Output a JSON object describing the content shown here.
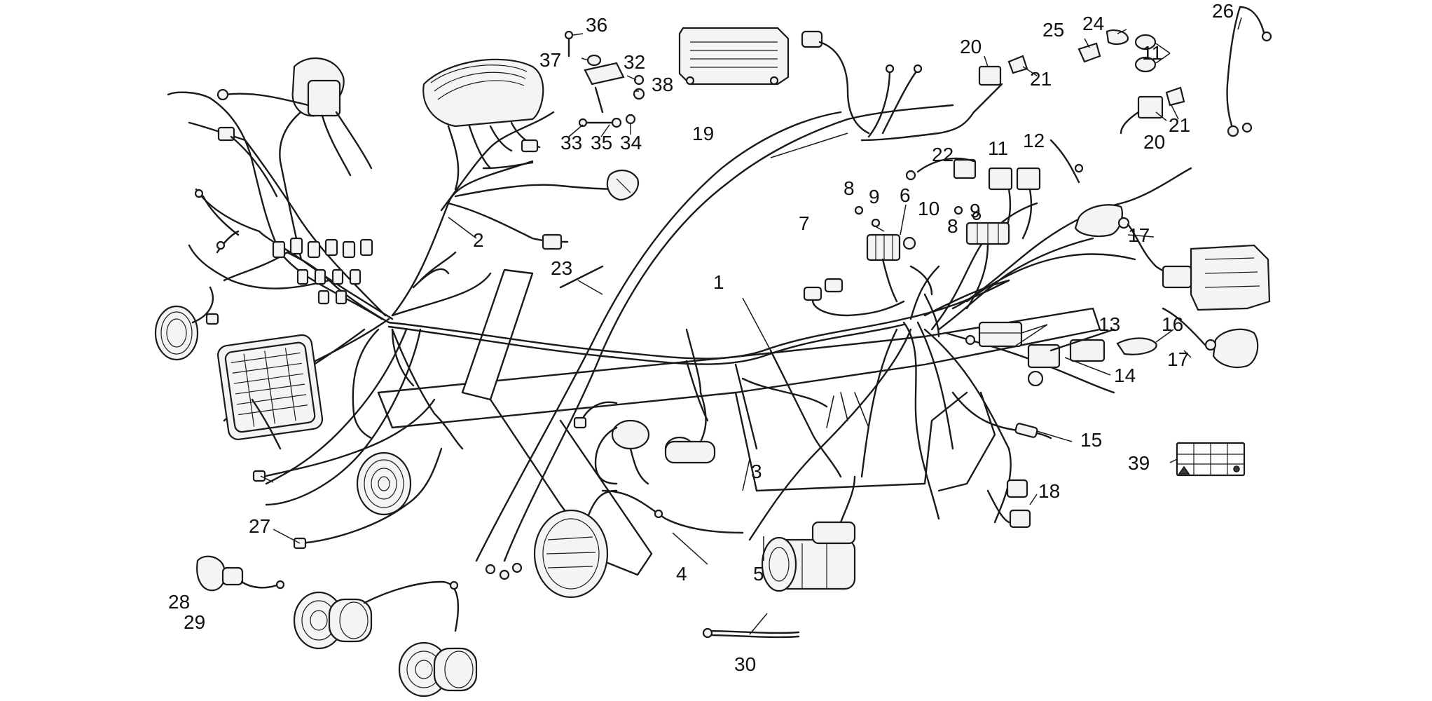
{
  "callouts": [
    {
      "id": "c1",
      "label": "1"
    },
    {
      "id": "c2",
      "label": "2"
    },
    {
      "id": "c3",
      "label": "3"
    },
    {
      "id": "c4",
      "label": "4"
    },
    {
      "id": "c5",
      "label": "5"
    },
    {
      "id": "c6",
      "label": "6"
    },
    {
      "id": "c7",
      "label": "7"
    },
    {
      "id": "c8a",
      "label": "8"
    },
    {
      "id": "c8b",
      "label": "8"
    },
    {
      "id": "c9a",
      "label": "9"
    },
    {
      "id": "c9b",
      "label": "9"
    },
    {
      "id": "c10",
      "label": "10"
    },
    {
      "id": "c11a",
      "label": "11"
    },
    {
      "id": "c11b",
      "label": "11"
    },
    {
      "id": "c12",
      "label": "12"
    },
    {
      "id": "c13",
      "label": "13"
    },
    {
      "id": "c14",
      "label": "14"
    },
    {
      "id": "c15",
      "label": "15"
    },
    {
      "id": "c16",
      "label": "16"
    },
    {
      "id": "c17a",
      "label": "17"
    },
    {
      "id": "c17b",
      "label": "17"
    },
    {
      "id": "c18",
      "label": "18"
    },
    {
      "id": "c19",
      "label": "19"
    },
    {
      "id": "c20a",
      "label": "20"
    },
    {
      "id": "c20b",
      "label": "20"
    },
    {
      "id": "c21a",
      "label": "21"
    },
    {
      "id": "c21b",
      "label": "21"
    },
    {
      "id": "c22",
      "label": "22"
    },
    {
      "id": "c23",
      "label": "23"
    },
    {
      "id": "c24",
      "label": "24"
    },
    {
      "id": "c25",
      "label": "25"
    },
    {
      "id": "c26",
      "label": "26"
    },
    {
      "id": "c27",
      "label": "27"
    },
    {
      "id": "c28",
      "label": "28"
    },
    {
      "id": "c29",
      "label": "29"
    },
    {
      "id": "c30",
      "label": "30"
    },
    {
      "id": "c32",
      "label": "32"
    },
    {
      "id": "c33",
      "label": "33"
    },
    {
      "id": "c34",
      "label": "34"
    },
    {
      "id": "c35",
      "label": "35"
    },
    {
      "id": "c36",
      "label": "36"
    },
    {
      "id": "c37",
      "label": "37"
    },
    {
      "id": "c38",
      "label": "38"
    },
    {
      "id": "c39",
      "label": "39"
    }
  ]
}
